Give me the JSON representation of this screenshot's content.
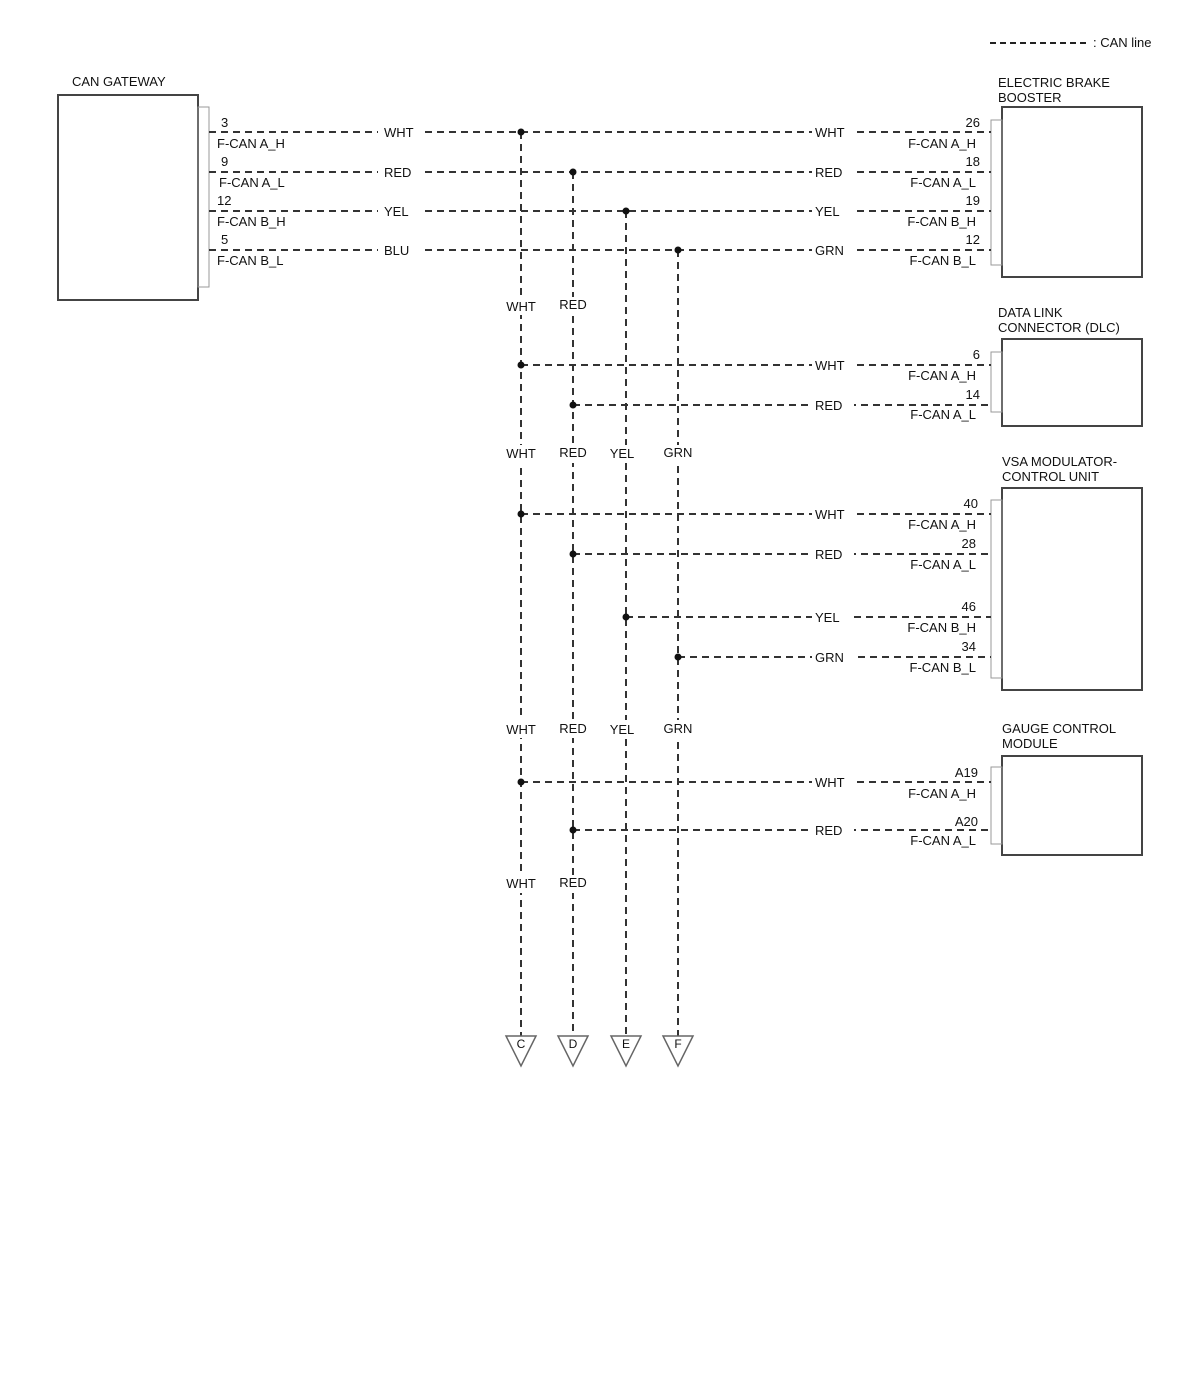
{
  "legend": {
    "label": ": CAN line"
  },
  "modules": {
    "gateway": {
      "title": "CAN GATEWAY"
    },
    "ebb": {
      "title_line1": "ELECTRIC BRAKE",
      "title_line2": "BOOSTER"
    },
    "dlc": {
      "title_line1": "DATA LINK",
      "title_line2": "CONNECTOR (DLC)"
    },
    "vsa": {
      "title_line1": "VSA MODULATOR-",
      "title_line2": "CONTROL UNIT"
    },
    "gauge": {
      "title_line1": "GAUGE CONTROL",
      "title_line2": "MODULE"
    }
  },
  "pins": {
    "gateway": [
      {
        "num": "3",
        "signal": "F-CAN A_H",
        "wire": "WHT"
      },
      {
        "num": "9",
        "signal": "F-CAN A_L",
        "wire": "RED"
      },
      {
        "num": "12",
        "signal": "F-CAN B_H",
        "wire": "YEL"
      },
      {
        "num": "5",
        "signal": "F-CAN B_L",
        "wire": "BLU"
      }
    ],
    "ebb": [
      {
        "num": "26",
        "signal": "F-CAN A_H",
        "wire": "WHT"
      },
      {
        "num": "18",
        "signal": "F-CAN A_L",
        "wire": "RED"
      },
      {
        "num": "19",
        "signal": "F-CAN B_H",
        "wire": "YEL"
      },
      {
        "num": "12",
        "signal": "F-CAN B_L",
        "wire": "GRN"
      }
    ],
    "dlc": [
      {
        "num": "6",
        "signal": "F-CAN A_H",
        "wire": "WHT"
      },
      {
        "num": "14",
        "signal": "F-CAN A_L",
        "wire": "RED"
      }
    ],
    "vsa": [
      {
        "num": "40",
        "signal": "F-CAN A_H",
        "wire": "WHT"
      },
      {
        "num": "28",
        "signal": "F-CAN A_L",
        "wire": "RED"
      },
      {
        "num": "46",
        "signal": "F-CAN B_H",
        "wire": "YEL"
      },
      {
        "num": "34",
        "signal": "F-CAN B_L",
        "wire": "GRN"
      }
    ],
    "gauge": [
      {
        "num": "A19",
        "signal": "F-CAN A_H",
        "wire": "WHT"
      },
      {
        "num": "A20",
        "signal": "F-CAN A_L",
        "wire": "RED"
      }
    ]
  },
  "bus_labels": {
    "row1": [
      "WHT",
      "RED"
    ],
    "row2": [
      "WHT",
      "RED",
      "YEL",
      "GRN"
    ],
    "row3": [
      "WHT",
      "RED",
      "YEL",
      "GRN"
    ],
    "row4": [
      "WHT",
      "RED"
    ]
  },
  "connectors": [
    "C",
    "D",
    "E",
    "F"
  ]
}
